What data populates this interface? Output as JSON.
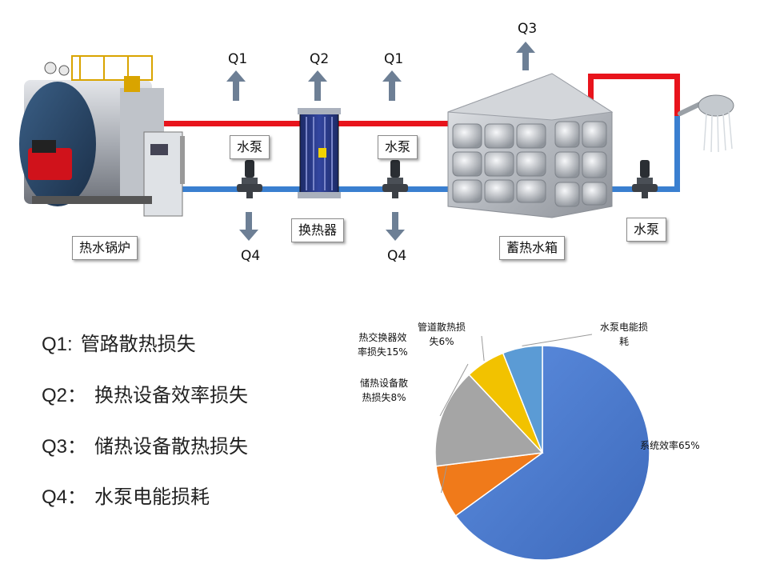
{
  "diagram": {
    "equipment": {
      "boiler": "热水锅炉",
      "heat_exchanger": "换热器",
      "storage_tank": "蓄热水箱",
      "pump_1": "水泵",
      "pump_2": "水泵",
      "pump_3": "水泵"
    },
    "arrows": {
      "q1_left": "Q1",
      "q2": "Q2",
      "q1_right": "Q1",
      "q3": "Q3",
      "q4_left": "Q4",
      "q4_right": "Q4"
    },
    "colors": {
      "hot_pipe": "#e8141c",
      "cold_pipe": "#3a7fd0",
      "arrow": "#6d7f95"
    }
  },
  "legend": [
    {
      "key": "Q1:",
      "text": "管路散热损失"
    },
    {
      "key": "Q2：",
      "text": "换热设备效率损失"
    },
    {
      "key": "Q3：",
      "text": "储热设备散热损失"
    },
    {
      "key": "Q4：",
      "text": "水泵电能损耗"
    }
  ],
  "chart_data": {
    "type": "pie",
    "start_angle_deg": 0,
    "slices": [
      {
        "label_lines": [
          "系统效率65%"
        ],
        "value": 65,
        "color": "#4a7bd0"
      },
      {
        "label_lines": [
          "储热设备散",
          "热损失8%"
        ],
        "value": 8,
        "color": "#f07a1a"
      },
      {
        "label_lines": [
          "热交换器效",
          "率损失15%"
        ],
        "value": 15,
        "color": "#a5a5a5"
      },
      {
        "label_lines": [
          "管道散热损",
          "失6%"
        ],
        "value": 6,
        "color": "#f2c200"
      },
      {
        "label_lines": [
          "水泵电能损",
          "耗"
        ],
        "value": 6,
        "color": "#5b9bd5"
      }
    ]
  }
}
